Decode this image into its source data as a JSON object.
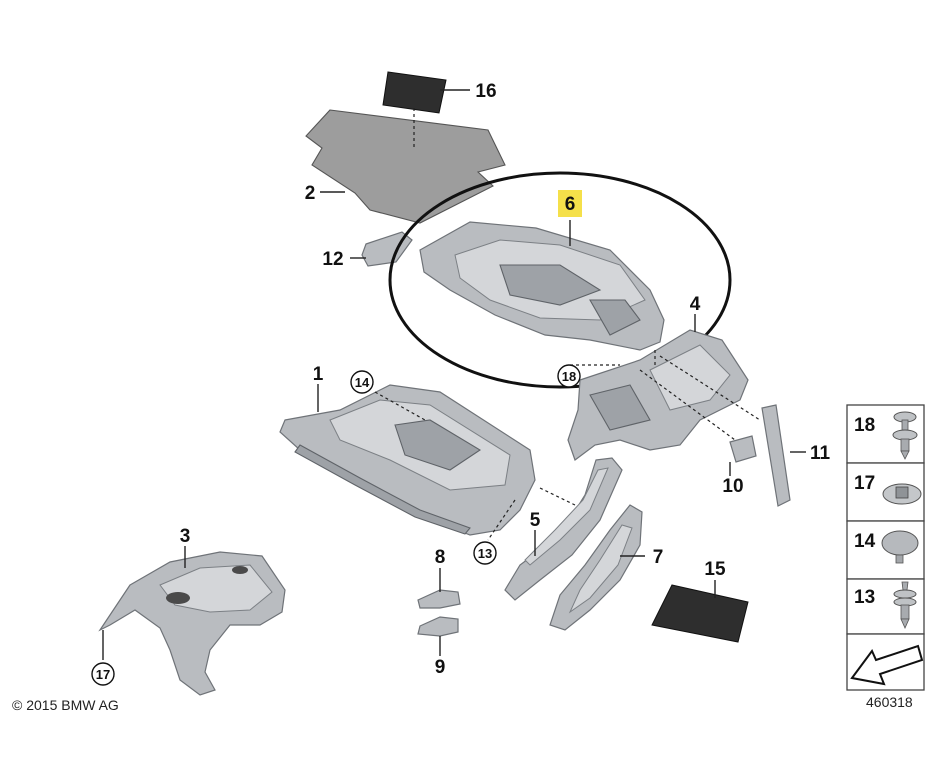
{
  "parts": [
    {
      "id": "p1",
      "label": "1"
    },
    {
      "id": "p2",
      "label": "2"
    },
    {
      "id": "p3",
      "label": "3"
    },
    {
      "id": "p4",
      "label": "4"
    },
    {
      "id": "p5",
      "label": "5"
    },
    {
      "id": "p6",
      "label": "6",
      "highlight_color": "#f5e04a"
    },
    {
      "id": "p7",
      "label": "7"
    },
    {
      "id": "p8",
      "label": "8"
    },
    {
      "id": "p9",
      "label": "9"
    },
    {
      "id": "p10",
      "label": "10"
    },
    {
      "id": "p11",
      "label": "11"
    },
    {
      "id": "p12",
      "label": "12"
    },
    {
      "id": "p15",
      "label": "15"
    },
    {
      "id": "p16",
      "label": "16"
    }
  ],
  "circled": [
    {
      "id": "c14",
      "label": "14"
    },
    {
      "id": "c18",
      "label": "18"
    },
    {
      "id": "c13",
      "label": "13"
    },
    {
      "id": "c17",
      "label": "17"
    }
  ],
  "legend": [
    "18",
    "17",
    "14",
    "13"
  ],
  "footer": {
    "copyright": "© 2015 BMW AG",
    "diagram_number": "460318"
  },
  "colors": {
    "part_fill": "#b9bcc0",
    "mat_fill": "#3a3a3a",
    "highlight": "#f5e04a"
  }
}
